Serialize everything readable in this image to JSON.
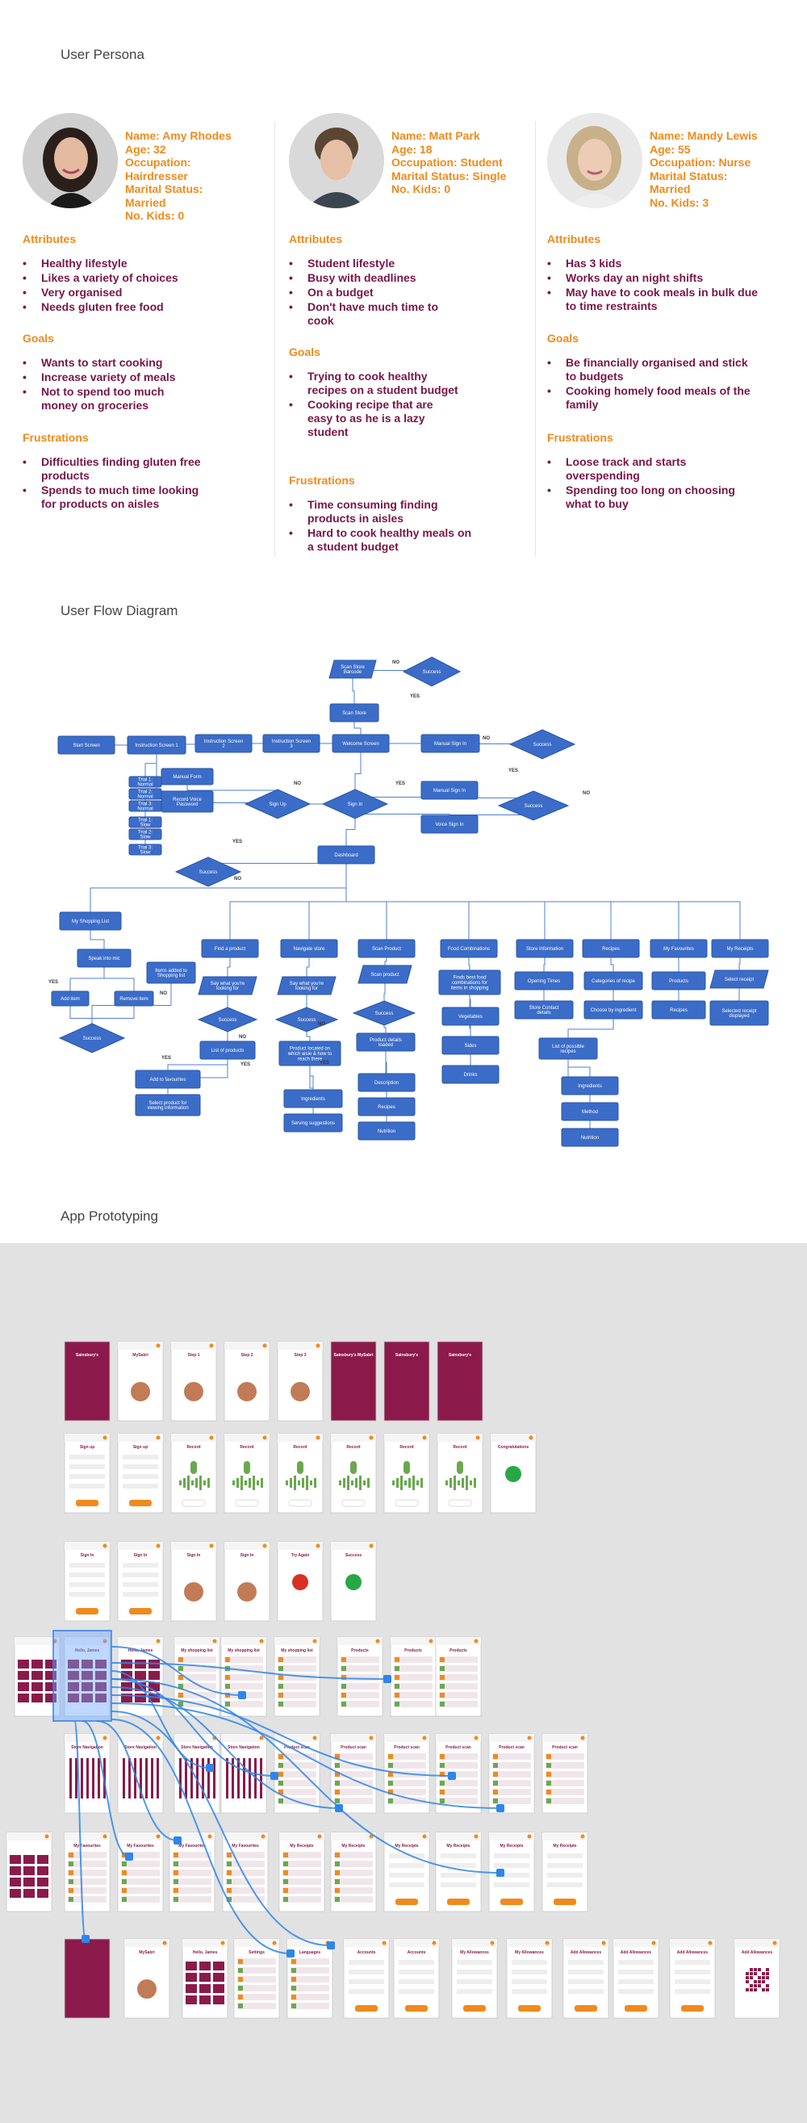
{
  "sections": {
    "persona_title": "User Persona",
    "flow_title": "User Flow Diagram",
    "proto_title": "App Prototyping"
  },
  "colors": {
    "accent": "#f08a1c",
    "text": "#7a1546",
    "flow": "#3b6cc8",
    "brand": "#8b1a4a"
  },
  "personas": [
    {
      "avatar_icon": "woman-dark-hair-portrait",
      "info": [
        "Name: Amy Rhodes",
        "Age: 32",
        "Occupation:",
        "Hairdresser",
        "Marital Status:",
        "Married",
        "No. Kids: 0"
      ],
      "attributes_heading": "Attributes",
      "attributes": [
        "Healthy lifestyle",
        "Likes a variety of choices",
        "Very organised",
        "Needs gluten free food"
      ],
      "goals_heading": "Goals",
      "goals": [
        "Wants to start cooking",
        "Increase variety of meals",
        "Not to spend too much money on groceries"
      ],
      "frustrations_heading": "Frustrations",
      "frustrations": [
        "Difficulties finding gluten free products",
        "Spends to much time looking for products on aisles"
      ]
    },
    {
      "avatar_icon": "young-man-portrait",
      "info": [
        "Name: Matt Park",
        "Age: 18",
        "Occupation: Student",
        "Marital Status: Single",
        "No. Kids: 0"
      ],
      "attributes_heading": "Attributes",
      "attributes": [
        "Student lifestyle",
        "Busy with deadlines",
        "On a budget",
        "Don't have much time to cook"
      ],
      "goals_heading": "Goals",
      "goals": [
        "Trying to cook healthy recipes on a student budget",
        "Cooking recipe that are easy to as he is a lazy student"
      ],
      "frustrations_heading": "Frustrations",
      "frustrations": [
        "Time consuming finding products in aisles",
        "Hard to cook healthy meals on a student budget"
      ]
    },
    {
      "avatar_icon": "woman-blonde-portrait",
      "info": [
        "Name: Mandy Lewis",
        "Age: 55",
        "Occupation: Nurse",
        "Marital Status:",
        "Married",
        "No. Kids: 3"
      ],
      "attributes_heading": "Attributes",
      "attributes": [
        "Has 3 kids",
        "Works day an night shifts",
        "May have to cook meals in bulk due to time restraints"
      ],
      "goals_heading": "Goals",
      "goals": [
        "Be financially organised and stick to budgets",
        "Cooking homely food meals of the family"
      ],
      "frustrations_heading": "Frustrations",
      "frustrations": [
        "Loose track and starts overspending",
        "Spending too long on choosing what to buy"
      ]
    }
  ],
  "flow": {
    "nodes": [
      "Scan Store Barcode",
      "Success",
      "Scan Store",
      "Start Screen",
      "Instruction Screen 1",
      "Instruction Screen 2",
      "Instruction Screen 3",
      "Welcome Screen",
      "Manual Sign In",
      "Success",
      "Manual Form",
      "Record Voice Password",
      "Sign Up",
      "Sign In",
      "Manual Sign In",
      "Voice Sign In",
      "Success",
      "Trial 1: Normal",
      "Trial 2: Normal",
      "Trial 3: Normal",
      "Trial 1: Slow",
      "Trial 2: Slow",
      "Trial 3: Slow",
      "Dashboard",
      "Success",
      "My Shopping List",
      "Speak into mic",
      "Add item",
      "Remove item",
      "Items added to Shopping list",
      "Success",
      "Find a product",
      "Say what you're looking for",
      "Success",
      "List of products",
      "Add to favourites",
      "Select product for viewing information",
      "Navigate store",
      "Say what you're looking for",
      "Success",
      "Product located on which aisle & how to reach there",
      "Ingredients",
      "Serving suggestions",
      "Scan Product",
      "Scan product",
      "Success",
      "Product details loaded",
      "Description",
      "Recipes",
      "Nutrition",
      "Food Combinations",
      "Finds best food combinations for items in shopping list",
      "Vegetables",
      "Sides",
      "Drinks",
      "Store Information",
      "Opening Times",
      "Store Contact details",
      "Recipes",
      "Categories of recipe",
      "Choose by ingredient",
      "List of possible recipes",
      "Ingredients",
      "Method",
      "Nutrition",
      "My Favourites",
      "Products",
      "Recipes",
      "My Receipts",
      "Select receipt",
      "Selected receipt displayed"
    ],
    "labels": [
      "NO",
      "YES",
      "NO",
      "YES",
      "NO",
      "YES",
      "NO",
      "YES",
      "NO",
      "YES",
      "NO",
      "YES",
      "NO",
      "YES",
      "NO",
      "YES"
    ]
  },
  "proto": {
    "screens_row1": [
      "Sainsbury's",
      "MySabri",
      "Step 1",
      "Step 2",
      "Step 3",
      "Sainsbury's MySabri",
      "Sainsbury's",
      "Sainsbury's"
    ],
    "screens_row2": [
      "Sign up",
      "Sign up",
      "Record",
      "Record",
      "Record",
      "Record",
      "Record",
      "Record",
      "Congratulations"
    ],
    "screens_row3": [
      "Sign In",
      "Sign In",
      "Sign In",
      "Sign In",
      "Sign In",
      "Sign In"
    ],
    "screen_labels": [
      "Hello, James",
      "Hello, James",
      "My shopping list",
      "My shopping list",
      "My shopping list",
      "Products",
      "Products",
      "Store Navigation",
      "Product scan",
      "Product scan",
      "My Favourites",
      "My Receipts",
      "Settings",
      "Languages",
      "Accounts",
      "My Allowances",
      "Add Allowances",
      "Try Again",
      "Success"
    ]
  }
}
